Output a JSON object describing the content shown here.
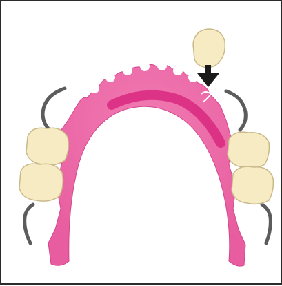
{
  "figure": {
    "background": "#ffffff",
    "border_color": "#2b2b2b",
    "denture_base_color": "#ee6aa7",
    "denture_shadow_color": "#d8287f",
    "tooth_color": "#f6ebc3",
    "tooth_outline_color": "#c9b989",
    "clasp_color": "#5c5c5c",
    "arrow_color": "#1a1a1a",
    "icons": [
      "denture-base",
      "artificial-tooth",
      "clasp",
      "down-arrow"
    ]
  }
}
